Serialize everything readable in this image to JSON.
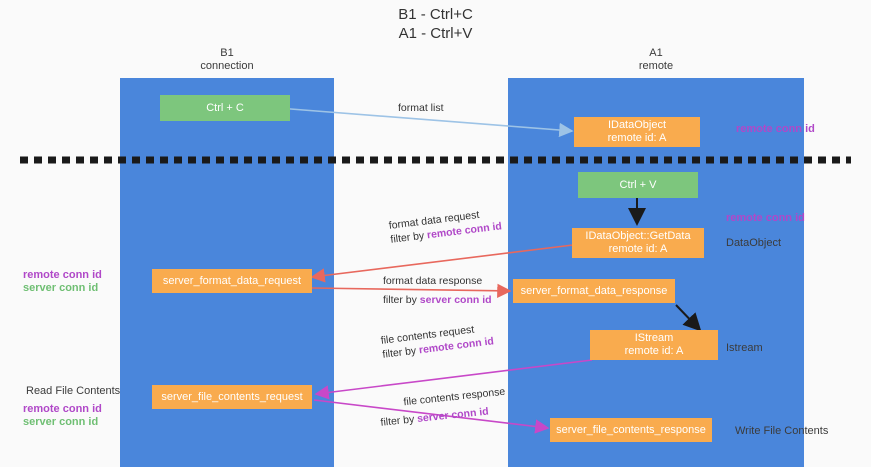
{
  "title": "B1 - Ctrl+C\nA1 - Ctrl+V",
  "lanes": [
    {
      "id": "b1",
      "heading": "B1\nconnection"
    },
    {
      "id": "a1",
      "heading": "A1\nremote"
    }
  ],
  "nodes": [
    {
      "id": "ctrl-c",
      "label": "Ctrl + C"
    },
    {
      "id": "idataobject",
      "label": "IDataObject\nremote id: A"
    },
    {
      "id": "ctrl-v",
      "label": "Ctrl + V"
    },
    {
      "id": "idataobject-getdata",
      "label": "IDataObject::GetData\nremote id: A"
    },
    {
      "id": "server-format-data-request",
      "label": "server_format_data_request"
    },
    {
      "id": "server-format-data-response",
      "label": "server_format_data_response"
    },
    {
      "id": "istream",
      "label": "IStream\nremote id: A"
    },
    {
      "id": "server-file-contents-request",
      "label": "server_file_contents_request"
    },
    {
      "id": "server-file-contents-response",
      "label": "server_file_contents_response"
    }
  ],
  "side_labels": {
    "remote_conn_id_top": "remote conn id",
    "remote_conn_id_mid": "remote conn id",
    "dataobject": "DataObject",
    "istream": "Istream",
    "write_file_contents": "Write File Contents",
    "read_file_contents": "Read File Contents",
    "left_remote_conn_id": "remote conn id",
    "left_server_conn_id": "server conn id",
    "left_remote_conn_id_2": "remote conn id",
    "left_server_conn_id_2": "server conn id"
  },
  "edges": [
    {
      "id": "format-list",
      "line1": "format list",
      "line2_prefix": "",
      "line2_key": ""
    },
    {
      "id": "format-data-request",
      "line1": "format data request",
      "line2_prefix": "filter by",
      "line2_key": "remote conn id"
    },
    {
      "id": "format-data-response",
      "line1": "format data response",
      "line2_prefix": "filter by",
      "line2_key": "server conn id"
    },
    {
      "id": "file-contents-request",
      "line1": "file contents request",
      "line2_prefix": "filter by",
      "line2_key": "remote conn id"
    },
    {
      "id": "file-contents-response",
      "line1": "file contents response",
      "line2_prefix": "filter by",
      "line2_key": "server conn id"
    }
  ],
  "colors": {
    "lane": "#4a86db",
    "node_green": "#7dc67d",
    "node_orange": "#f9ab4e",
    "purple": "#b048c8",
    "green_text": "#6fbf73",
    "arrow_blue": "#9dc3e6",
    "arrow_red": "#e8685d",
    "arrow_magenta": "#c848c8",
    "arrow_black": "#1a1a1a",
    "divider": "#1a1a1a"
  }
}
